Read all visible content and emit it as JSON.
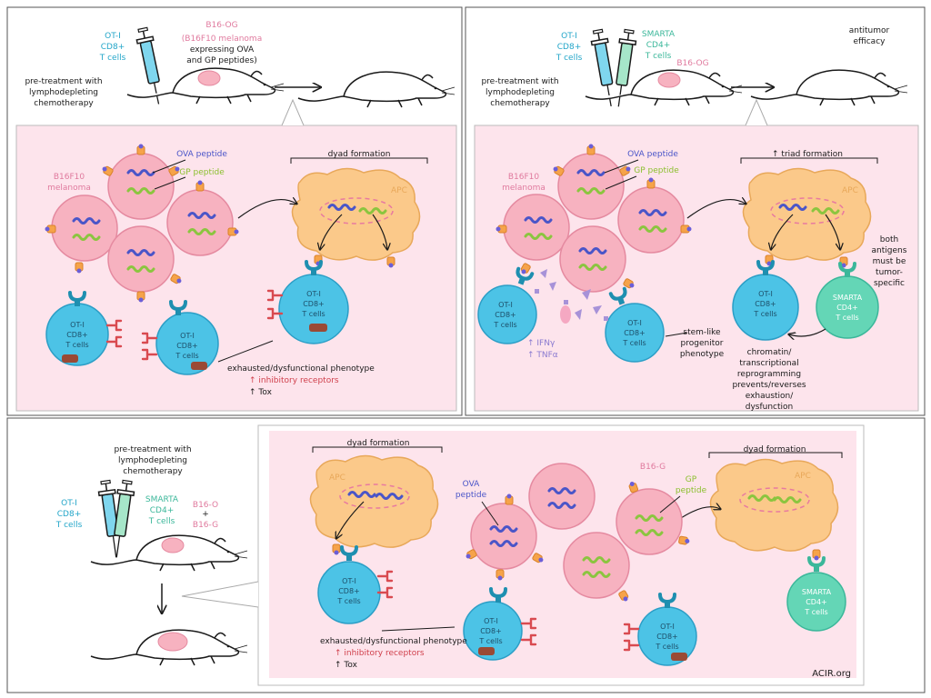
{
  "panel1": {
    "ot1": [
      "OT-I",
      "CD8+",
      "T cells"
    ],
    "tumor_title": "B16-OG",
    "tumor_desc": [
      "(B16F10 melanoma",
      "expressing OVA",
      "and GP peptides)"
    ],
    "pretreat": [
      "pre-treatment with",
      "lymphodepleting",
      "chemotherapy"
    ],
    "melanoma_label": [
      "B16F10",
      "melanoma"
    ],
    "ova": "OVA peptide",
    "gp": "GP peptide",
    "dyad": "dyad formation",
    "apc": "APC",
    "cell": [
      "OT-I",
      "CD8+",
      "T cells"
    ],
    "phenotype": "exhausted/dysfunctional phenotype",
    "inhib": "↑ inhibitory receptors",
    "tox": "↑ Tox"
  },
  "panel2": {
    "ot1": [
      "OT-I",
      "CD8+",
      "T cells"
    ],
    "smarta": [
      "SMARTA",
      "CD4+",
      "T cells"
    ],
    "tumor": "B16-OG",
    "pretreat": [
      "pre-treatment with",
      "lymphodepleting",
      "chemotherapy"
    ],
    "efficacy": [
      "antitumor",
      "efficacy"
    ],
    "melanoma_label": [
      "B16F10",
      "melanoma"
    ],
    "ova": "OVA peptide",
    "gp": "GP peptide",
    "triad": "↑ triad formation",
    "apc": "APC",
    "both": [
      "both",
      "antigens",
      "must be",
      "tumor-",
      "specific"
    ],
    "cytokines": [
      "↑ IFNγ",
      "↑ TNFα"
    ],
    "stem": [
      "stem-like",
      "progenitor",
      "phenotype"
    ],
    "reprog": [
      "chromatin/",
      "transcriptional",
      "reprogramming",
      "prevents/reverses",
      "exhaustion/",
      "dysfunction"
    ]
  },
  "panel3": {
    "pretreat": [
      "pre-treatment with",
      "lymphodepleting",
      "chemotherapy"
    ],
    "ot1": [
      "OT-I",
      "CD8+",
      "T cells"
    ],
    "smarta": [
      "SMARTA",
      "CD4+",
      "T cells"
    ],
    "tumor_o": "B16-O",
    "plus": "+",
    "tumor_g": "B16-G",
    "dyad": "dyad formation",
    "apc": "APC",
    "ova": [
      "OVA",
      "peptide"
    ],
    "b16g": "B16-G",
    "gp": [
      "GP",
      "peptide"
    ],
    "phenotype": "exhausted/dysfunctional phenotype",
    "inhib": "↑ inhibitory receptors",
    "tox": "↑ Tox",
    "credit": "ACIR.org"
  },
  "colors": {
    "cell_pink": "#f7b2c0",
    "apc_orange": "#fbc98a",
    "tcell_cyan": "#4cc3e6",
    "smarta_teal": "#64d6b6",
    "bg_pink": "#fde4ec",
    "ova_blue": "#4a55c8",
    "gp_green": "#8bc53f"
  }
}
